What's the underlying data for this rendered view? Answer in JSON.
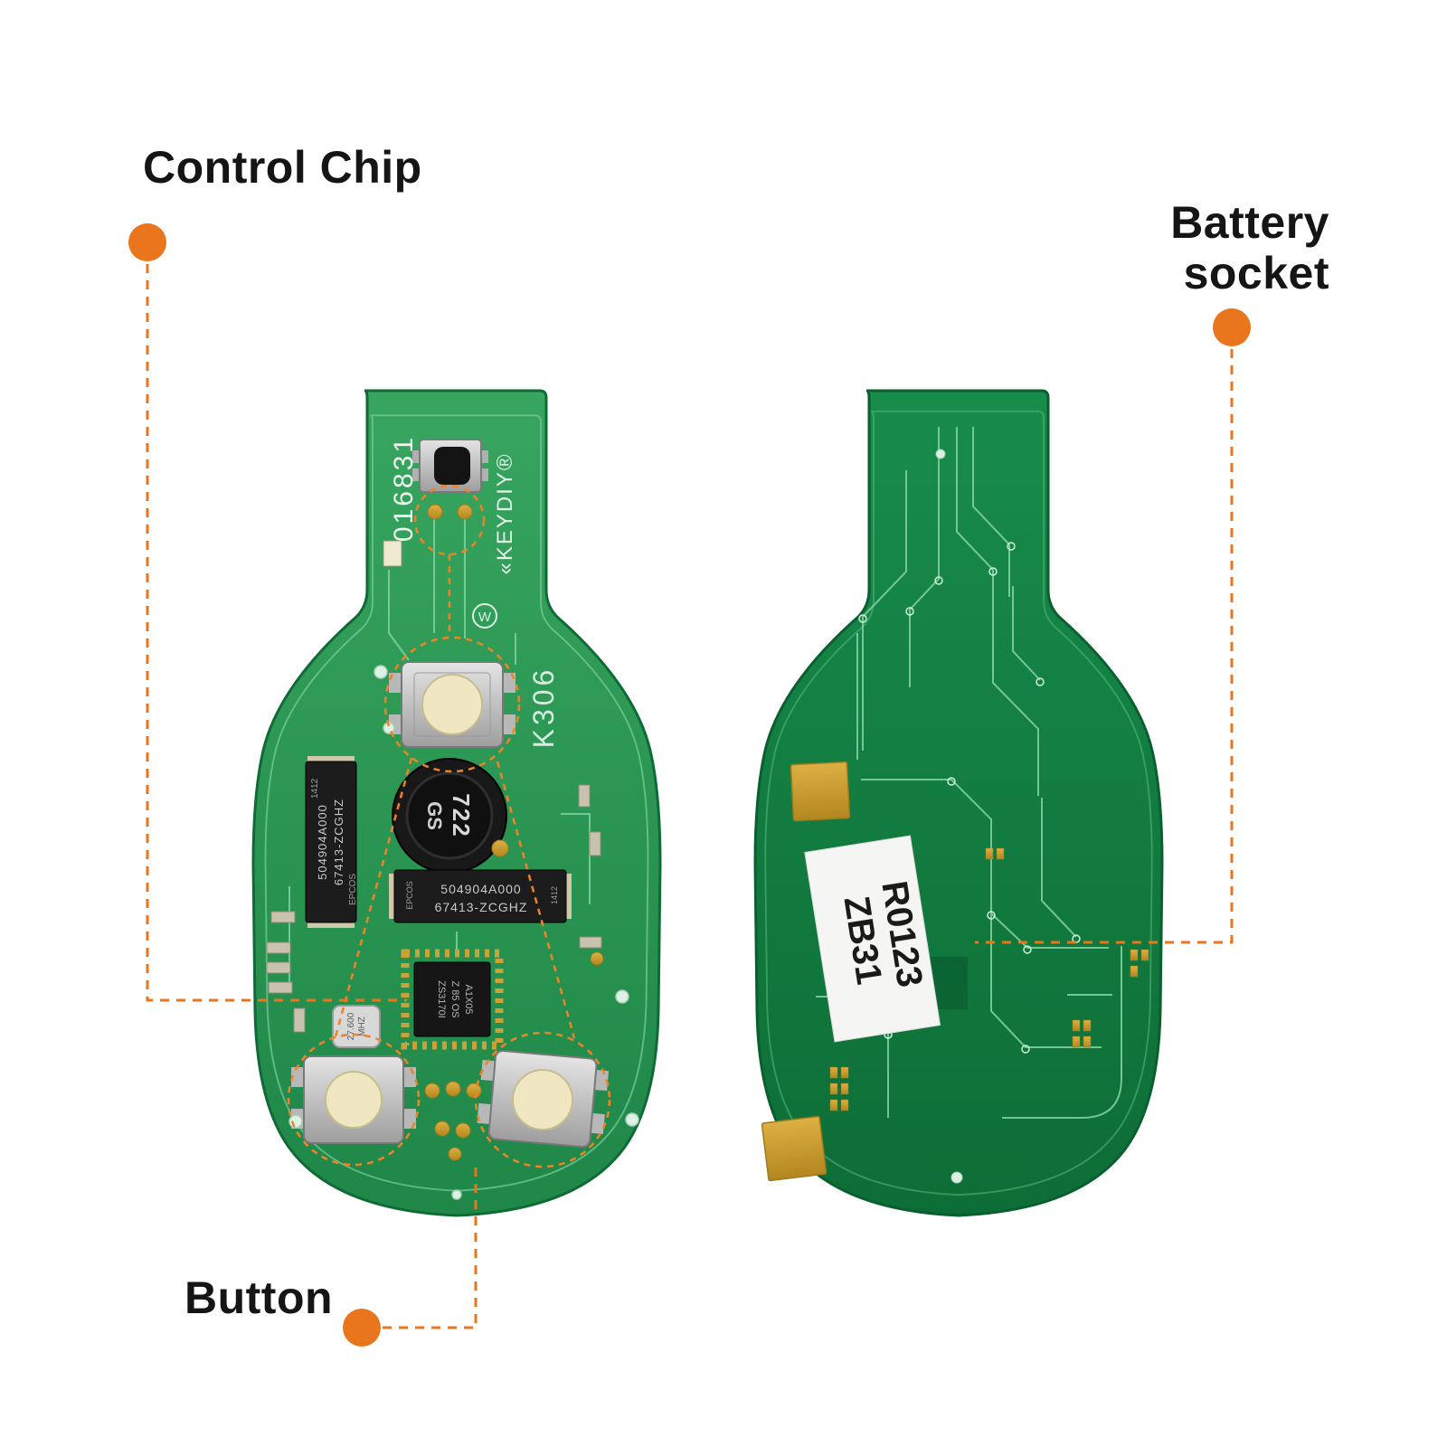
{
  "annotations": {
    "control_chip": "Control Chip",
    "battery_line1": "Battery",
    "battery_line2": "socket",
    "button": "Button"
  },
  "front_board": {
    "serial": "016831",
    "brand": "«KEYDIY®",
    "w_mark": "W",
    "model": "K306",
    "inductor": {
      "line1": "722",
      "line2": "GS"
    },
    "ic_left": {
      "line1": "504904A000",
      "line2": "67413-ZCGHZ",
      "mfr": "EPCOS",
      "date": "1412"
    },
    "ic_center": {
      "line1": "504904A000",
      "line2": "67413-ZCGHZ",
      "mfr": "EPCOS",
      "date": "1412"
    },
    "mcu": {
      "line1": "A1X05",
      "line2": "Z 85 OS",
      "line3": "ZS3170I"
    },
    "crystal": {
      "line1": "27.600",
      "line2": "MHZ"
    }
  },
  "back_board": {
    "sticker_line1": "ZB31",
    "sticker_line2": "R0123"
  },
  "colors": {
    "accent_orange": "#e9761c",
    "front_green": "#2f9b55",
    "back_green": "#117a3f",
    "gold": "#c9992f"
  }
}
